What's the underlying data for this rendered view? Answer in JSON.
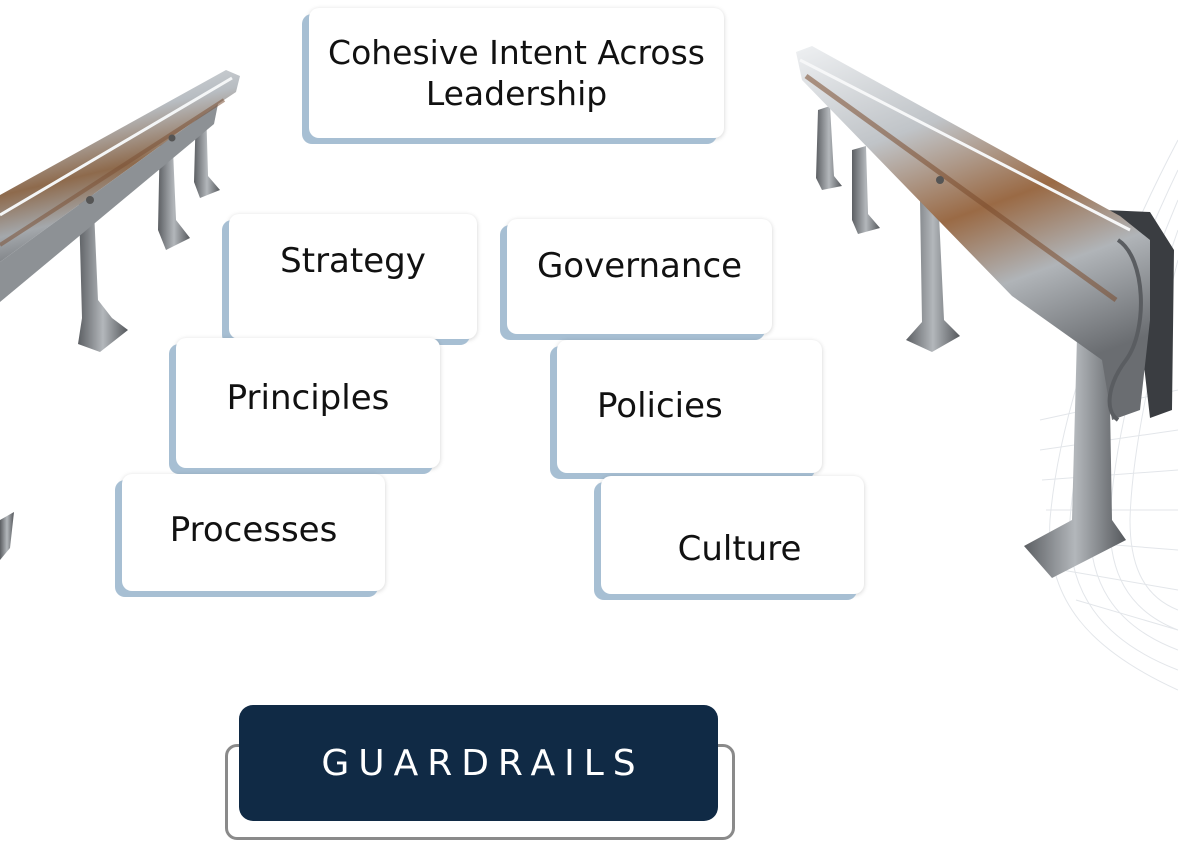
{
  "cards": {
    "cohesive_intent": "Cohesive Intent Across Leadership",
    "strategy": "Strategy",
    "governance": "Governance",
    "principles": "Principles",
    "policies": "Policies",
    "processes": "Processes",
    "culture": "Culture"
  },
  "banner": {
    "label": "GUARDRAILS"
  },
  "colors": {
    "card_shadow": "#a7bfd3",
    "banner_fill": "#102a45",
    "banner_outline": "#8a8a8a",
    "rail_steel": "#a9adb1",
    "rust": "#9a5a2a"
  },
  "icons": {
    "left_rail": "guardrail-left-illustration",
    "right_rail": "guardrail-right-illustration",
    "decor": "wave-grid-decoration"
  }
}
